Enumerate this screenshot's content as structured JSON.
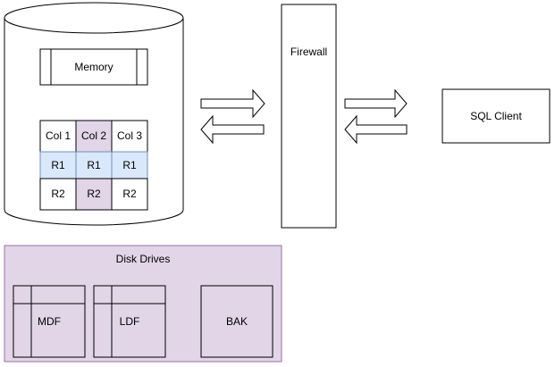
{
  "memory": {
    "label": "Memory"
  },
  "table": {
    "headers": [
      "Col 1",
      "Col 2",
      "Col 3"
    ],
    "rows": [
      [
        "R1",
        "R1",
        "R1"
      ],
      [
        "R2",
        "R2",
        "R2"
      ]
    ]
  },
  "firewall": {
    "label": "Firewall"
  },
  "client": {
    "label": "SQL Client"
  },
  "disk": {
    "title": "Disk Drives",
    "files": [
      "MDF",
      "LDF",
      "BAK"
    ]
  },
  "colors": {
    "stroke": "#000000",
    "disk_fill": "#e1d5e7",
    "disk_stroke": "#9673a6",
    "row_highlight": "#dae8fc",
    "row_highlight_stroke": "#6c8ebf",
    "column_highlight": "#e1d5e7"
  }
}
